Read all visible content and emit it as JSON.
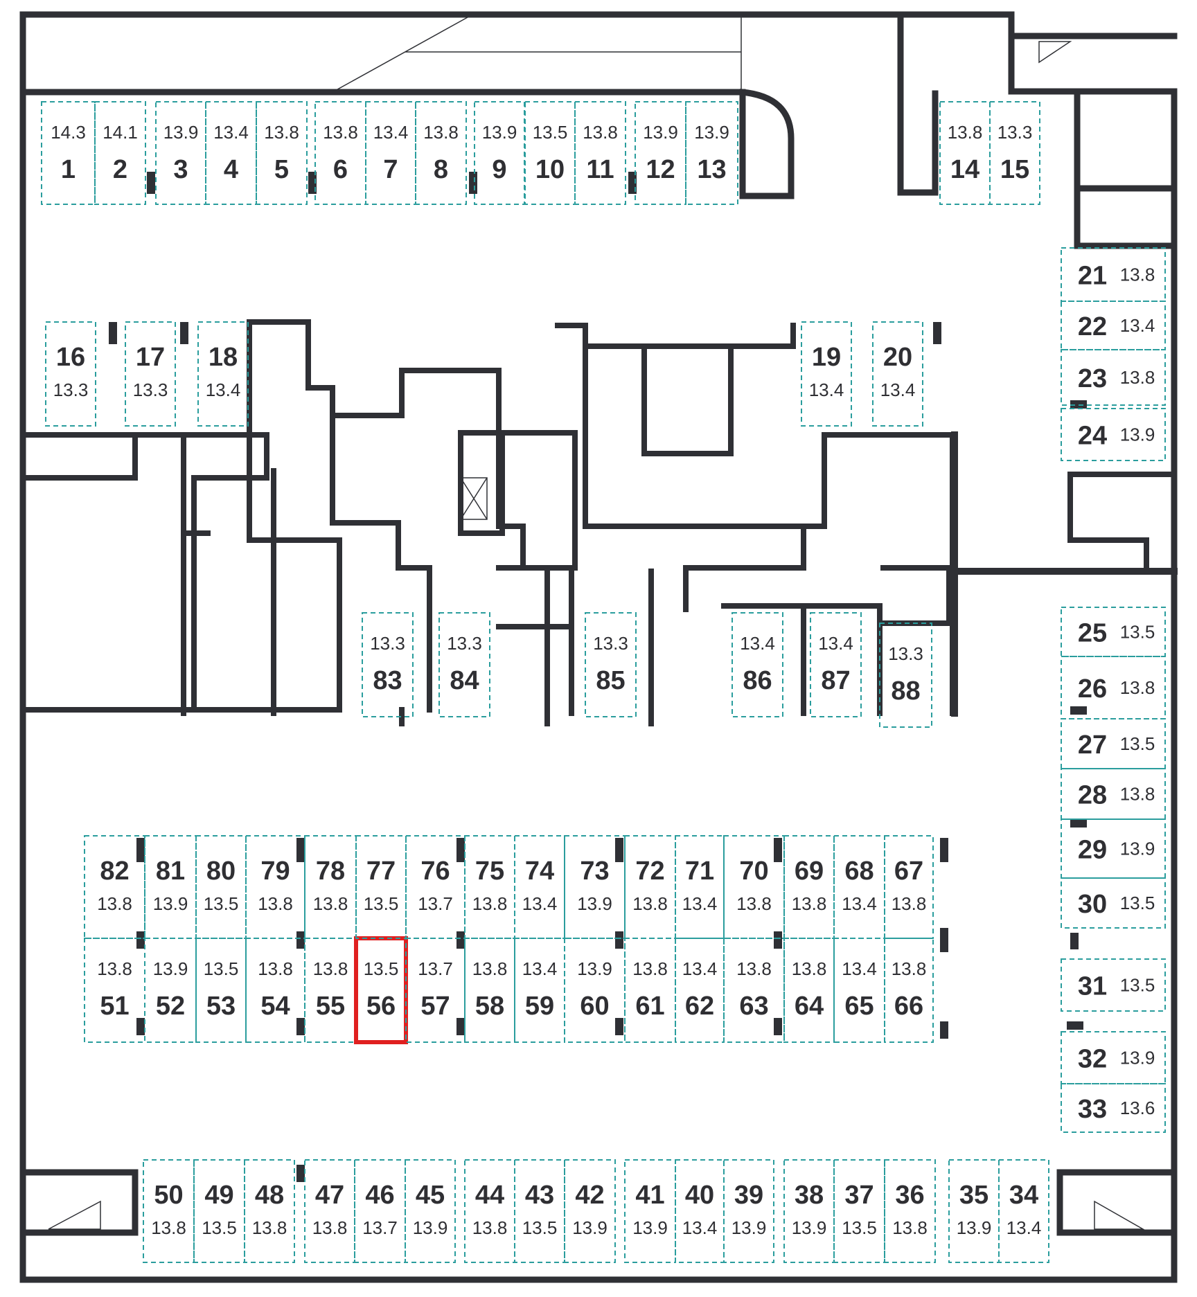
{
  "plan": {
    "colors": {
      "space_border": "#2a9d9d",
      "selected": "#e02020",
      "wall": "#2f3035",
      "text": "#2f2f33"
    },
    "selected_space": "56",
    "spaces": [
      {
        "id": "1",
        "area": "14.3"
      },
      {
        "id": "2",
        "area": "14.1"
      },
      {
        "id": "3",
        "area": "13.9"
      },
      {
        "id": "4",
        "area": "13.4"
      },
      {
        "id": "5",
        "area": "13.8"
      },
      {
        "id": "6",
        "area": "13.8"
      },
      {
        "id": "7",
        "area": "13.4"
      },
      {
        "id": "8",
        "area": "13.8"
      },
      {
        "id": "9",
        "area": "13.9"
      },
      {
        "id": "10",
        "area": "13.5"
      },
      {
        "id": "11",
        "area": "13.8"
      },
      {
        "id": "12",
        "area": "13.9"
      },
      {
        "id": "13",
        "area": "13.9"
      },
      {
        "id": "14",
        "area": "13.8"
      },
      {
        "id": "15",
        "area": "13.3"
      },
      {
        "id": "16",
        "area": "13.3"
      },
      {
        "id": "17",
        "area": "13.3"
      },
      {
        "id": "18",
        "area": "13.4"
      },
      {
        "id": "19",
        "area": "13.4"
      },
      {
        "id": "20",
        "area": "13.4"
      },
      {
        "id": "21",
        "area": "13.8"
      },
      {
        "id": "22",
        "area": "13.4"
      },
      {
        "id": "23",
        "area": "13.8"
      },
      {
        "id": "24",
        "area": "13.9"
      },
      {
        "id": "25",
        "area": "13.5"
      },
      {
        "id": "26",
        "area": "13.8"
      },
      {
        "id": "27",
        "area": "13.5"
      },
      {
        "id": "28",
        "area": "13.8"
      },
      {
        "id": "29",
        "area": "13.9"
      },
      {
        "id": "30",
        "area": "13.5"
      },
      {
        "id": "31",
        "area": "13.5"
      },
      {
        "id": "32",
        "area": "13.9"
      },
      {
        "id": "33",
        "area": "13.6"
      },
      {
        "id": "34",
        "area": "13.4"
      },
      {
        "id": "35",
        "area": "13.9"
      },
      {
        "id": "36",
        "area": "13.8"
      },
      {
        "id": "37",
        "area": "13.5"
      },
      {
        "id": "38",
        "area": "13.9"
      },
      {
        "id": "39",
        "area": "13.9"
      },
      {
        "id": "40",
        "area": "13.4"
      },
      {
        "id": "41",
        "area": "13.9"
      },
      {
        "id": "42",
        "area": "13.9"
      },
      {
        "id": "43",
        "area": "13.5"
      },
      {
        "id": "44",
        "area": "13.8"
      },
      {
        "id": "45",
        "area": "13.9"
      },
      {
        "id": "46",
        "area": "13.7"
      },
      {
        "id": "47",
        "area": "13.8"
      },
      {
        "id": "48",
        "area": "13.8"
      },
      {
        "id": "49",
        "area": "13.5"
      },
      {
        "id": "50",
        "area": "13.8"
      },
      {
        "id": "51",
        "area": "13.8"
      },
      {
        "id": "52",
        "area": "13.9"
      },
      {
        "id": "53",
        "area": "13.5"
      },
      {
        "id": "54",
        "area": "13.8"
      },
      {
        "id": "55",
        "area": "13.8"
      },
      {
        "id": "56",
        "area": "13.5"
      },
      {
        "id": "57",
        "area": "13.7"
      },
      {
        "id": "58",
        "area": "13.8"
      },
      {
        "id": "59",
        "area": "13.4"
      },
      {
        "id": "60",
        "area": "13.9"
      },
      {
        "id": "61",
        "area": "13.8"
      },
      {
        "id": "62",
        "area": "13.4"
      },
      {
        "id": "63",
        "area": "13.8"
      },
      {
        "id": "64",
        "area": "13.8"
      },
      {
        "id": "65",
        "area": "13.4"
      },
      {
        "id": "66",
        "area": "13.8"
      },
      {
        "id": "67",
        "area": "13.8"
      },
      {
        "id": "68",
        "area": "13.4"
      },
      {
        "id": "69",
        "area": "13.8"
      },
      {
        "id": "70",
        "area": "13.8"
      },
      {
        "id": "71",
        "area": "13.4"
      },
      {
        "id": "72",
        "area": "13.8"
      },
      {
        "id": "73",
        "area": "13.9"
      },
      {
        "id": "74",
        "area": "13.4"
      },
      {
        "id": "75",
        "area": "13.8"
      },
      {
        "id": "76",
        "area": "13.7"
      },
      {
        "id": "77",
        "area": "13.5"
      },
      {
        "id": "78",
        "area": "13.8"
      },
      {
        "id": "79",
        "area": "13.8"
      },
      {
        "id": "80",
        "area": "13.5"
      },
      {
        "id": "81",
        "area": "13.9"
      },
      {
        "id": "82",
        "area": "13.8"
      },
      {
        "id": "83",
        "area": "13.3"
      },
      {
        "id": "84",
        "area": "13.3"
      },
      {
        "id": "85",
        "area": "13.3"
      },
      {
        "id": "86",
        "area": "13.4"
      },
      {
        "id": "87",
        "area": "13.4"
      },
      {
        "id": "88",
        "area": "13.3"
      }
    ]
  }
}
